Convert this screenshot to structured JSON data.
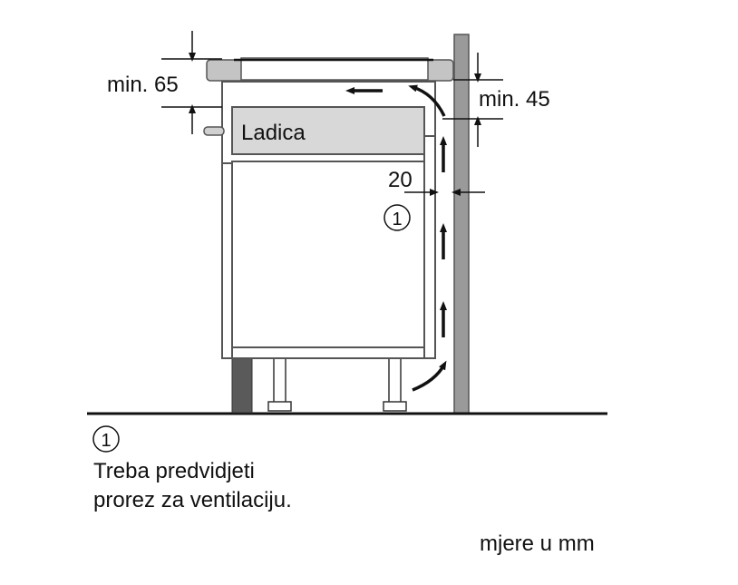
{
  "labels": {
    "top_dimension": "min. 65",
    "right_dimension": "min. 45",
    "drawer": "Ladica",
    "gap_dimension": "20",
    "callout_marker": "1"
  },
  "legend": {
    "marker": "1",
    "line1": "Treba predvidjeti",
    "line2": "prorez za ventilaciju."
  },
  "units_note": "mjere u mm"
}
